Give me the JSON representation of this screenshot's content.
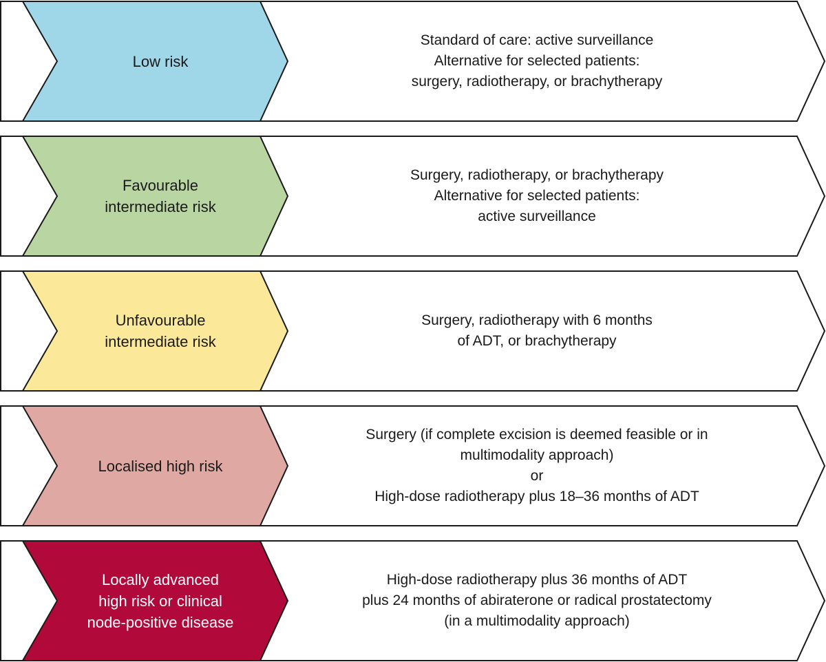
{
  "rows": [
    {
      "risk_lines": [
        "Low risk"
      ],
      "color": "#9fd6e8",
      "text_color": "#1a1a1a",
      "treatment_lines": [
        "Standard of care: active surveillance",
        "Alternative for selected patients:",
        "surgery, radiotherapy, or brachytherapy"
      ]
    },
    {
      "risk_lines": [
        "Favourable",
        "intermediate risk"
      ],
      "color": "#b8d5a2",
      "text_color": "#1a1a1a",
      "treatment_lines": [
        "Surgery, radiotherapy, or brachytherapy",
        "Alternative for selected patients:",
        "active surveillance"
      ]
    },
    {
      "risk_lines": [
        "Unfavourable",
        "intermediate risk"
      ],
      "color": "#fbe898",
      "text_color": "#1a1a1a",
      "treatment_lines": [
        "Surgery, radiotherapy with 6 months",
        "of ADT, or brachytherapy"
      ]
    },
    {
      "risk_lines": [
        "Localised high risk"
      ],
      "color": "#e0a8a2",
      "text_color": "#1a1a1a",
      "treatment_lines": [
        "Surgery (if complete excision is deemed feasible or in",
        "multimodality approach)",
        "or",
        "High-dose radiotherapy plus 18–36 months of ADT"
      ]
    },
    {
      "risk_lines": [
        "Locally advanced",
        "high risk or clinical",
        "node-positive disease"
      ],
      "color": "#b0093a",
      "text_color": "#ffffff",
      "treatment_lines": [
        "High-dose radiotherapy plus 36 months of ADT",
        "plus 24 months of abiraterone or radical prostatectomy",
        "(in a multimodality approach)"
      ]
    }
  ]
}
